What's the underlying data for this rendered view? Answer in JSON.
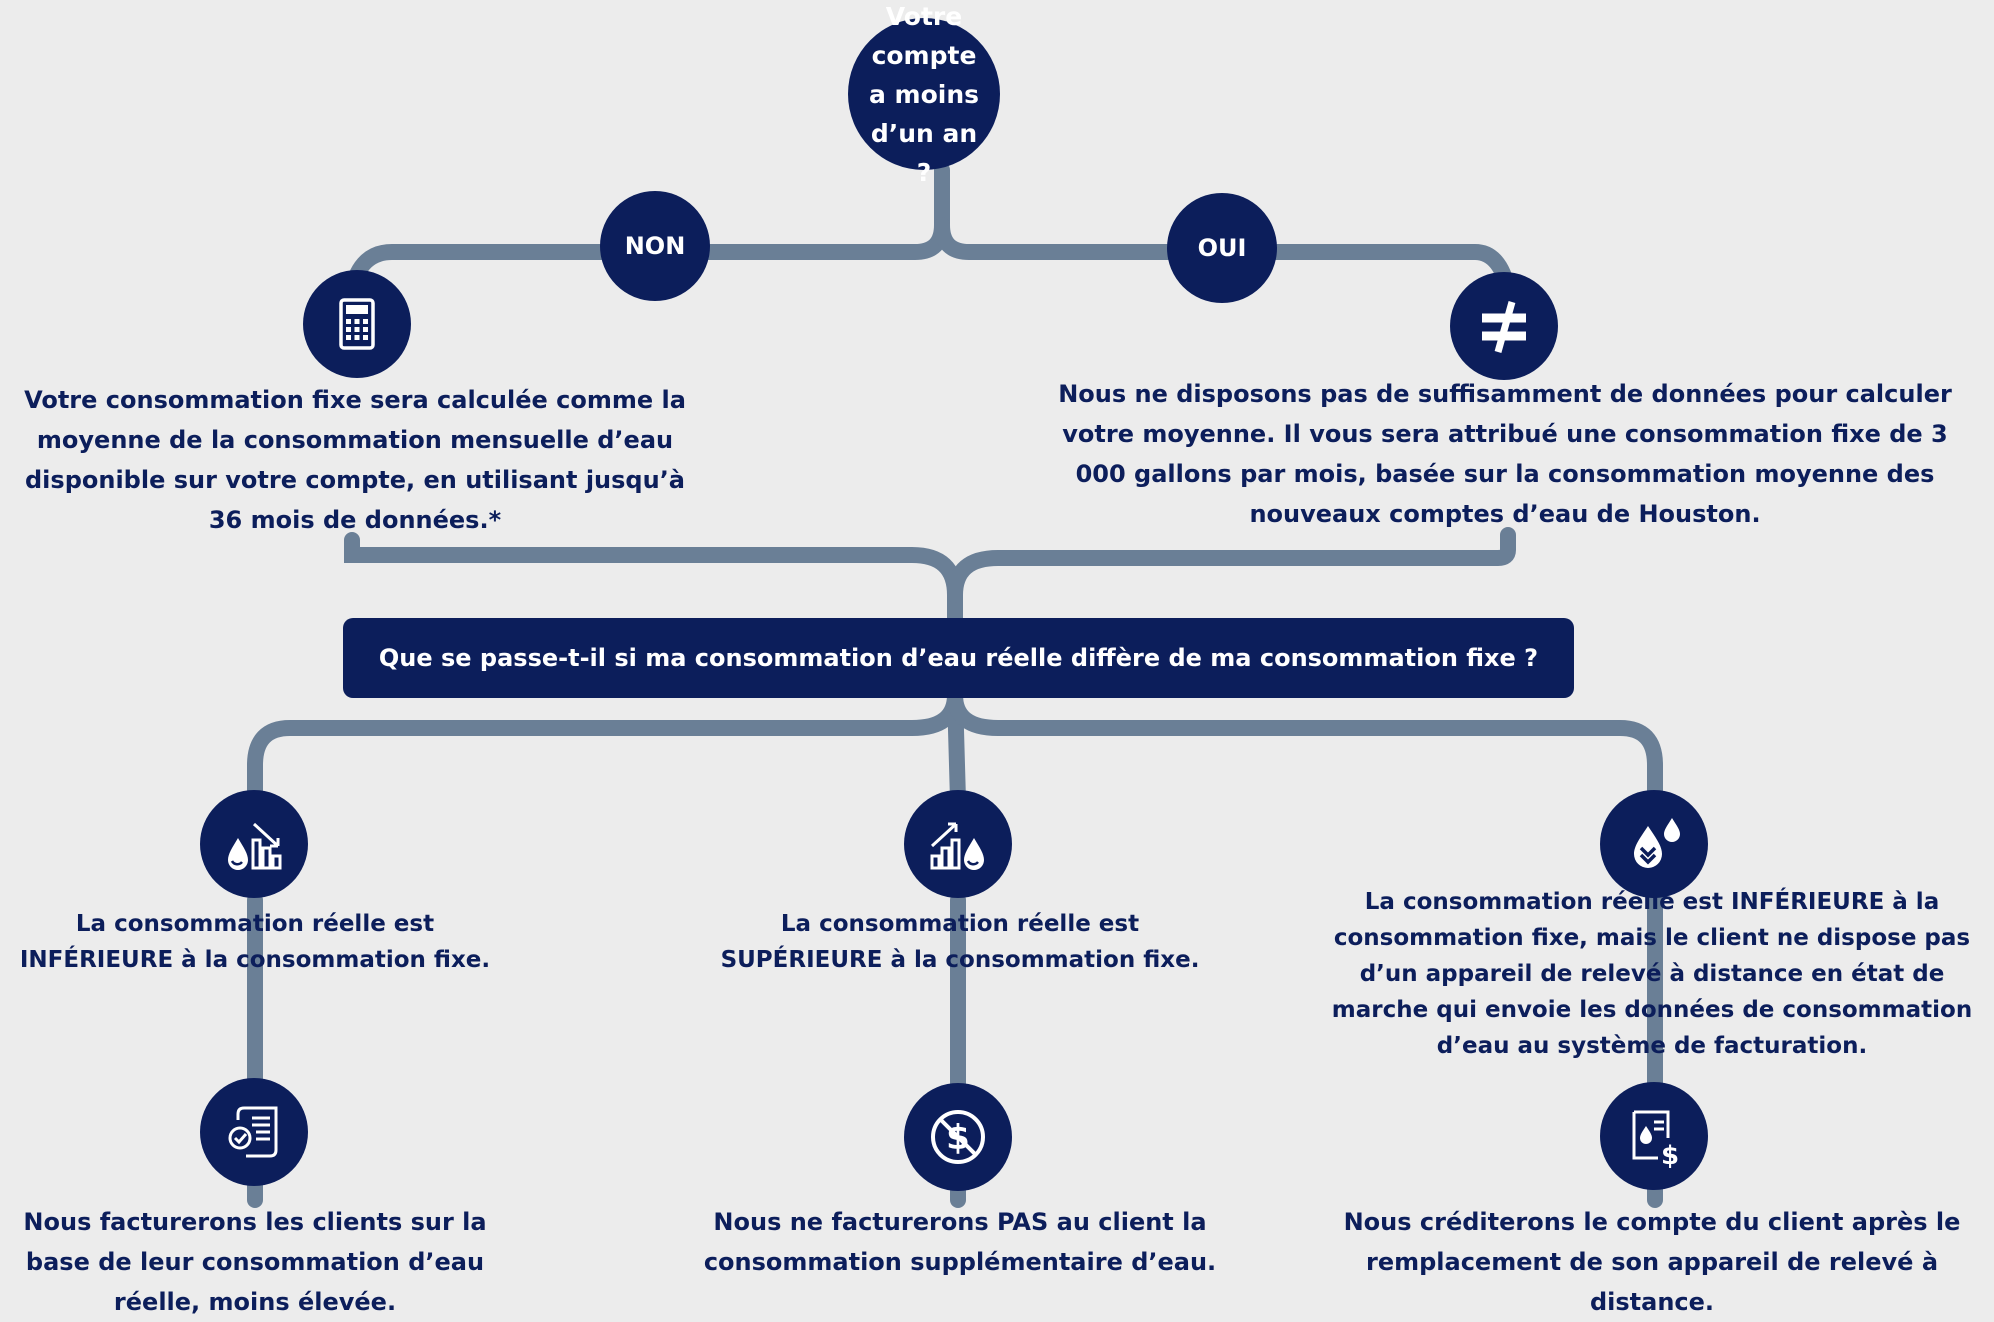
{
  "question": "Votre compte a moins d’un an ?",
  "branches": {
    "no_label": "NON",
    "yes_label": "OUI"
  },
  "no_branch": {
    "icon": "calculator-icon",
    "text": "Votre consommation fixe sera calculée comme la moyenne de la consommation mensuelle d’eau disponible sur votre compte, en utilisant jusqu’à 36 mois de données.*"
  },
  "yes_branch": {
    "icon": "not-equal-icon",
    "text": "Nous ne disposons pas de suffisamment de données pour calculer votre moyenne. Il vous sera attribué une consommation fixe de 3 000 gallons par mois, basée sur la consommation moyenne des nouveaux comptes d’eau de Houston."
  },
  "banner": "Que se passe-t-il si ma consommation d’eau réelle diffère de ma consommation fixe ?",
  "cases": [
    {
      "icon": "water-chart-down-icon",
      "condition": "La consommation réelle est INFÉRIEURE à la consommation fixe.",
      "outcome_icon": "receipt-check-icon",
      "outcome": "Nous facturerons les clients sur la base de leur consommation d’eau réelle, moins élevée."
    },
    {
      "icon": "water-chart-up-icon",
      "condition": "La consommation réelle est SUPÉRIEURE à la consommation fixe.",
      "outcome_icon": "no-dollar-icon",
      "outcome": "Nous ne facturerons PAS au client la consommation supplémentaire d’eau."
    },
    {
      "icon": "water-drops-down-icon",
      "condition": "La consommation réelle est INFÉRIEURE à la consommation fixe, mais le client ne dispose pas d’un appareil de relevé à distance en état de marche qui envoie les données de consommation d’eau au système de facturation.",
      "outcome_icon": "water-bill-dollar-icon",
      "outcome": "Nous créditerons le compte du client après le remplacement de son appareil de relevé à distance."
    }
  ],
  "colors": {
    "navy": "#0c1e5b",
    "connector": "#6a7f96",
    "background": "#ececec"
  }
}
